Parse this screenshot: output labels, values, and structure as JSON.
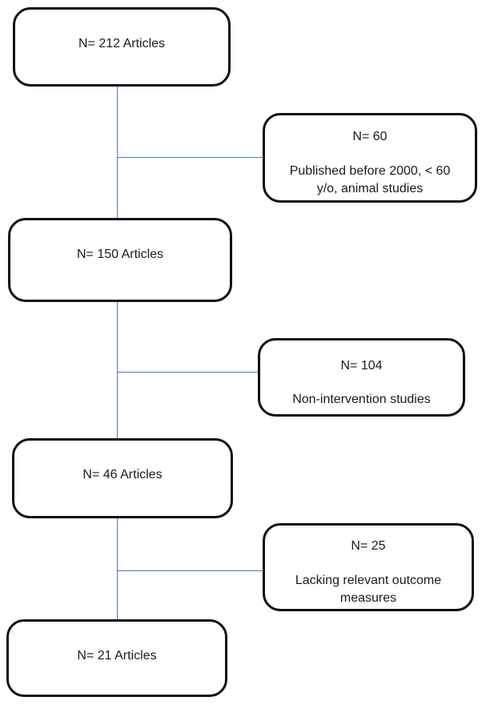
{
  "diagram": {
    "type": "flowchart",
    "background_color": "#ffffff",
    "box_border_color": "#111111",
    "connector_color": "#4a7ebb",
    "main_boxes": [
      {
        "label": "N= 212 Articles"
      },
      {
        "label": "N= 150 Articles"
      },
      {
        "label": "N= 46 Articles"
      },
      {
        "label": "N= 21 Articles"
      }
    ],
    "exclusion_boxes": [
      {
        "n_label": "N= 60",
        "description": "Published before 2000, < 60 y/o, animal studies"
      },
      {
        "n_label": "N= 104",
        "description": "Non-intervention studies"
      },
      {
        "n_label": "N= 25",
        "description": "Lacking relevant outcome measures"
      }
    ]
  }
}
